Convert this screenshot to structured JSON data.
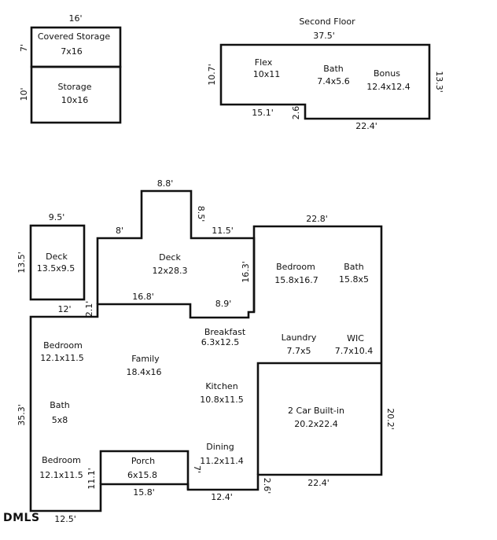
{
  "floor_plan": {
    "second_floor_title": "Second Floor",
    "watermark": "DMLS",
    "rooms": {
      "covered_storage": {
        "name": "Covered Storage",
        "size": "7x16"
      },
      "storage": {
        "name": "Storage",
        "size": "10x16"
      },
      "flex": {
        "name": "Flex",
        "size": "10x11"
      },
      "bath_upper": {
        "name": "Bath",
        "size": "7.4x5.6"
      },
      "bonus": {
        "name": "Bonus",
        "size": "12.4x12.4"
      },
      "deck_small": {
        "name": "Deck",
        "size": "13.5x9.5"
      },
      "deck_large": {
        "name": "Deck",
        "size": "12x28.3"
      },
      "bedroom_main": {
        "name": "Bedroom",
        "size": "15.8x16.7"
      },
      "bath_main": {
        "name": "Bath",
        "size": "15.8x5"
      },
      "breakfast": {
        "name": "Breakfast",
        "size": "6.3x12.5"
      },
      "laundry": {
        "name": "Laundry",
        "size": "7.7x5"
      },
      "wic": {
        "name": "WIC",
        "size": "7.7x10.4"
      },
      "bedroom_1": {
        "name": "Bedroom",
        "size": "12.1x11.5"
      },
      "family": {
        "name": "Family",
        "size": "18.4x16"
      },
      "kitchen": {
        "name": "Kitchen",
        "size": "10.8x11.5"
      },
      "bath_lower": {
        "name": "Bath",
        "size": "5x8"
      },
      "garage": {
        "name": "2 Car Built-in",
        "size": "20.2x22.4"
      },
      "dining": {
        "name": "Dining",
        "size": "11.2x11.4"
      },
      "bedroom_2": {
        "name": "Bedroom",
        "size": "12.1x11.5"
      },
      "porch": {
        "name": "Porch",
        "size": "6x15.8"
      }
    },
    "dimensions": {
      "storage_width": "16'",
      "covered_storage_depth": "7'",
      "storage_depth": "10'",
      "upper_width": "37.5'",
      "upper_left_height": "10.7'",
      "upper_right_height": "13.3'",
      "upper_bottom_left": "15.1'",
      "upper_step": "2.6'",
      "upper_bottom_right": "22.4'",
      "deck_top": "8.8'",
      "deck_left_step": "8'",
      "deck_right_step": "8.5'",
      "deck_right_width": "11.5'",
      "main_top": "22.8'",
      "small_deck_width": "9.5'",
      "small_deck_height": "13.5'",
      "main_right_inner": "16.3'",
      "deck_bottom": "16.8'",
      "notch_width": "8.9'",
      "left_top": "12'",
      "left_step": "2.1'",
      "left_height": "35.3'",
      "garage_right": "20.2'",
      "porch_side": "11.1'",
      "porch_bottom": "15.8'",
      "dining_step": "7'",
      "dining_bottom": "12.4'",
      "garage_step": "2.6'",
      "garage_bottom": "22.4'",
      "left_bottom": "12.5'"
    }
  }
}
